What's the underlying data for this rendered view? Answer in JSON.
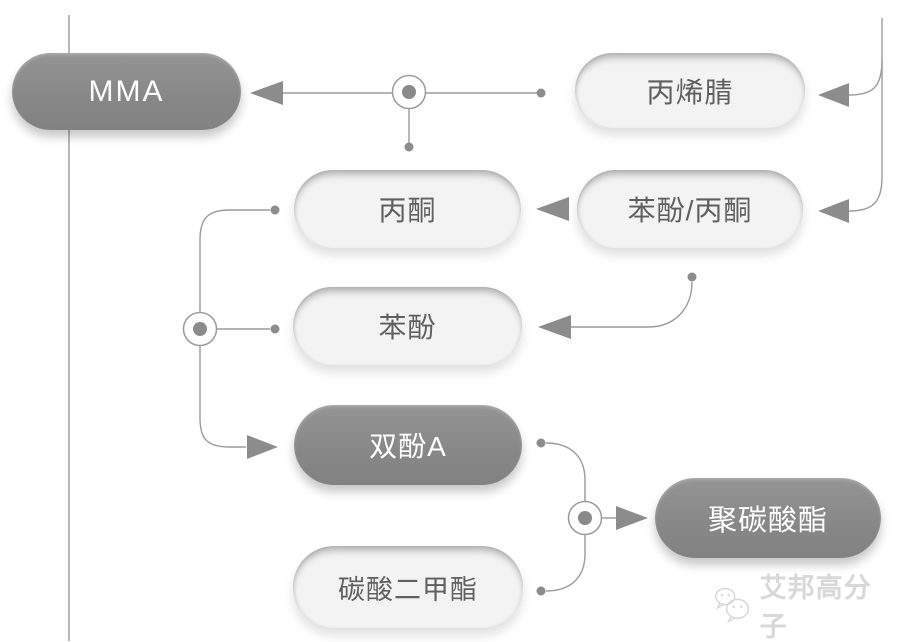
{
  "diagram": {
    "title": "",
    "nodes": [
      {
        "id": "mma",
        "label": "MMA",
        "variant": "dark"
      },
      {
        "id": "acrylonitrile",
        "label": "丙烯腈",
        "variant": "light"
      },
      {
        "id": "acetone",
        "label": "丙酮",
        "variant": "light"
      },
      {
        "id": "phenol-acetone",
        "label": "苯酚/丙酮",
        "variant": "light"
      },
      {
        "id": "phenol",
        "label": "苯酚",
        "variant": "light"
      },
      {
        "id": "bisphenol-a",
        "label": "双酚A",
        "variant": "dark"
      },
      {
        "id": "dimethyl-carbonate",
        "label": "碳酸二甲酯",
        "variant": "light"
      },
      {
        "id": "polycarbonate",
        "label": "聚碳酸酯",
        "variant": "dark"
      }
    ],
    "edges": [
      {
        "from": "right-feed-line",
        "to": "acrylonitrile",
        "type": "arrow"
      },
      {
        "from": "right-feed-line",
        "to": "phenol-acetone",
        "type": "arrow"
      },
      {
        "from": "acrylonitrile",
        "to": "mma",
        "via": "junction-top",
        "type": "arrow"
      },
      {
        "from": "phenol-acetone",
        "to": "acetone",
        "type": "arrow"
      },
      {
        "from": "phenol-acetone",
        "to": "phenol",
        "type": "arrow"
      },
      {
        "from": "acetone",
        "to": "bisphenol-a",
        "via": "junction-left",
        "type": "arrow"
      },
      {
        "from": "phenol",
        "to": "bisphenol-a",
        "via": "junction-left",
        "type": "arrow"
      },
      {
        "from": "bisphenol-a",
        "to": "polycarbonate",
        "via": "junction-bottom",
        "type": "arrow"
      },
      {
        "from": "dimethyl-carbonate",
        "to": "polycarbonate",
        "via": "junction-bottom",
        "type": "arrow"
      }
    ],
    "watermark": {
      "text": "艾邦高分子",
      "icon": "wechat-icon"
    },
    "colors": {
      "dark_pill": "#8a8a8a",
      "light_pill": "#f3f3f3",
      "line": "#9b9b9b",
      "arrow": "#8c8c8c",
      "light_text": "#5f5f5f",
      "dark_text": "#ffffff",
      "watermark": "#d8d8d8"
    }
  }
}
